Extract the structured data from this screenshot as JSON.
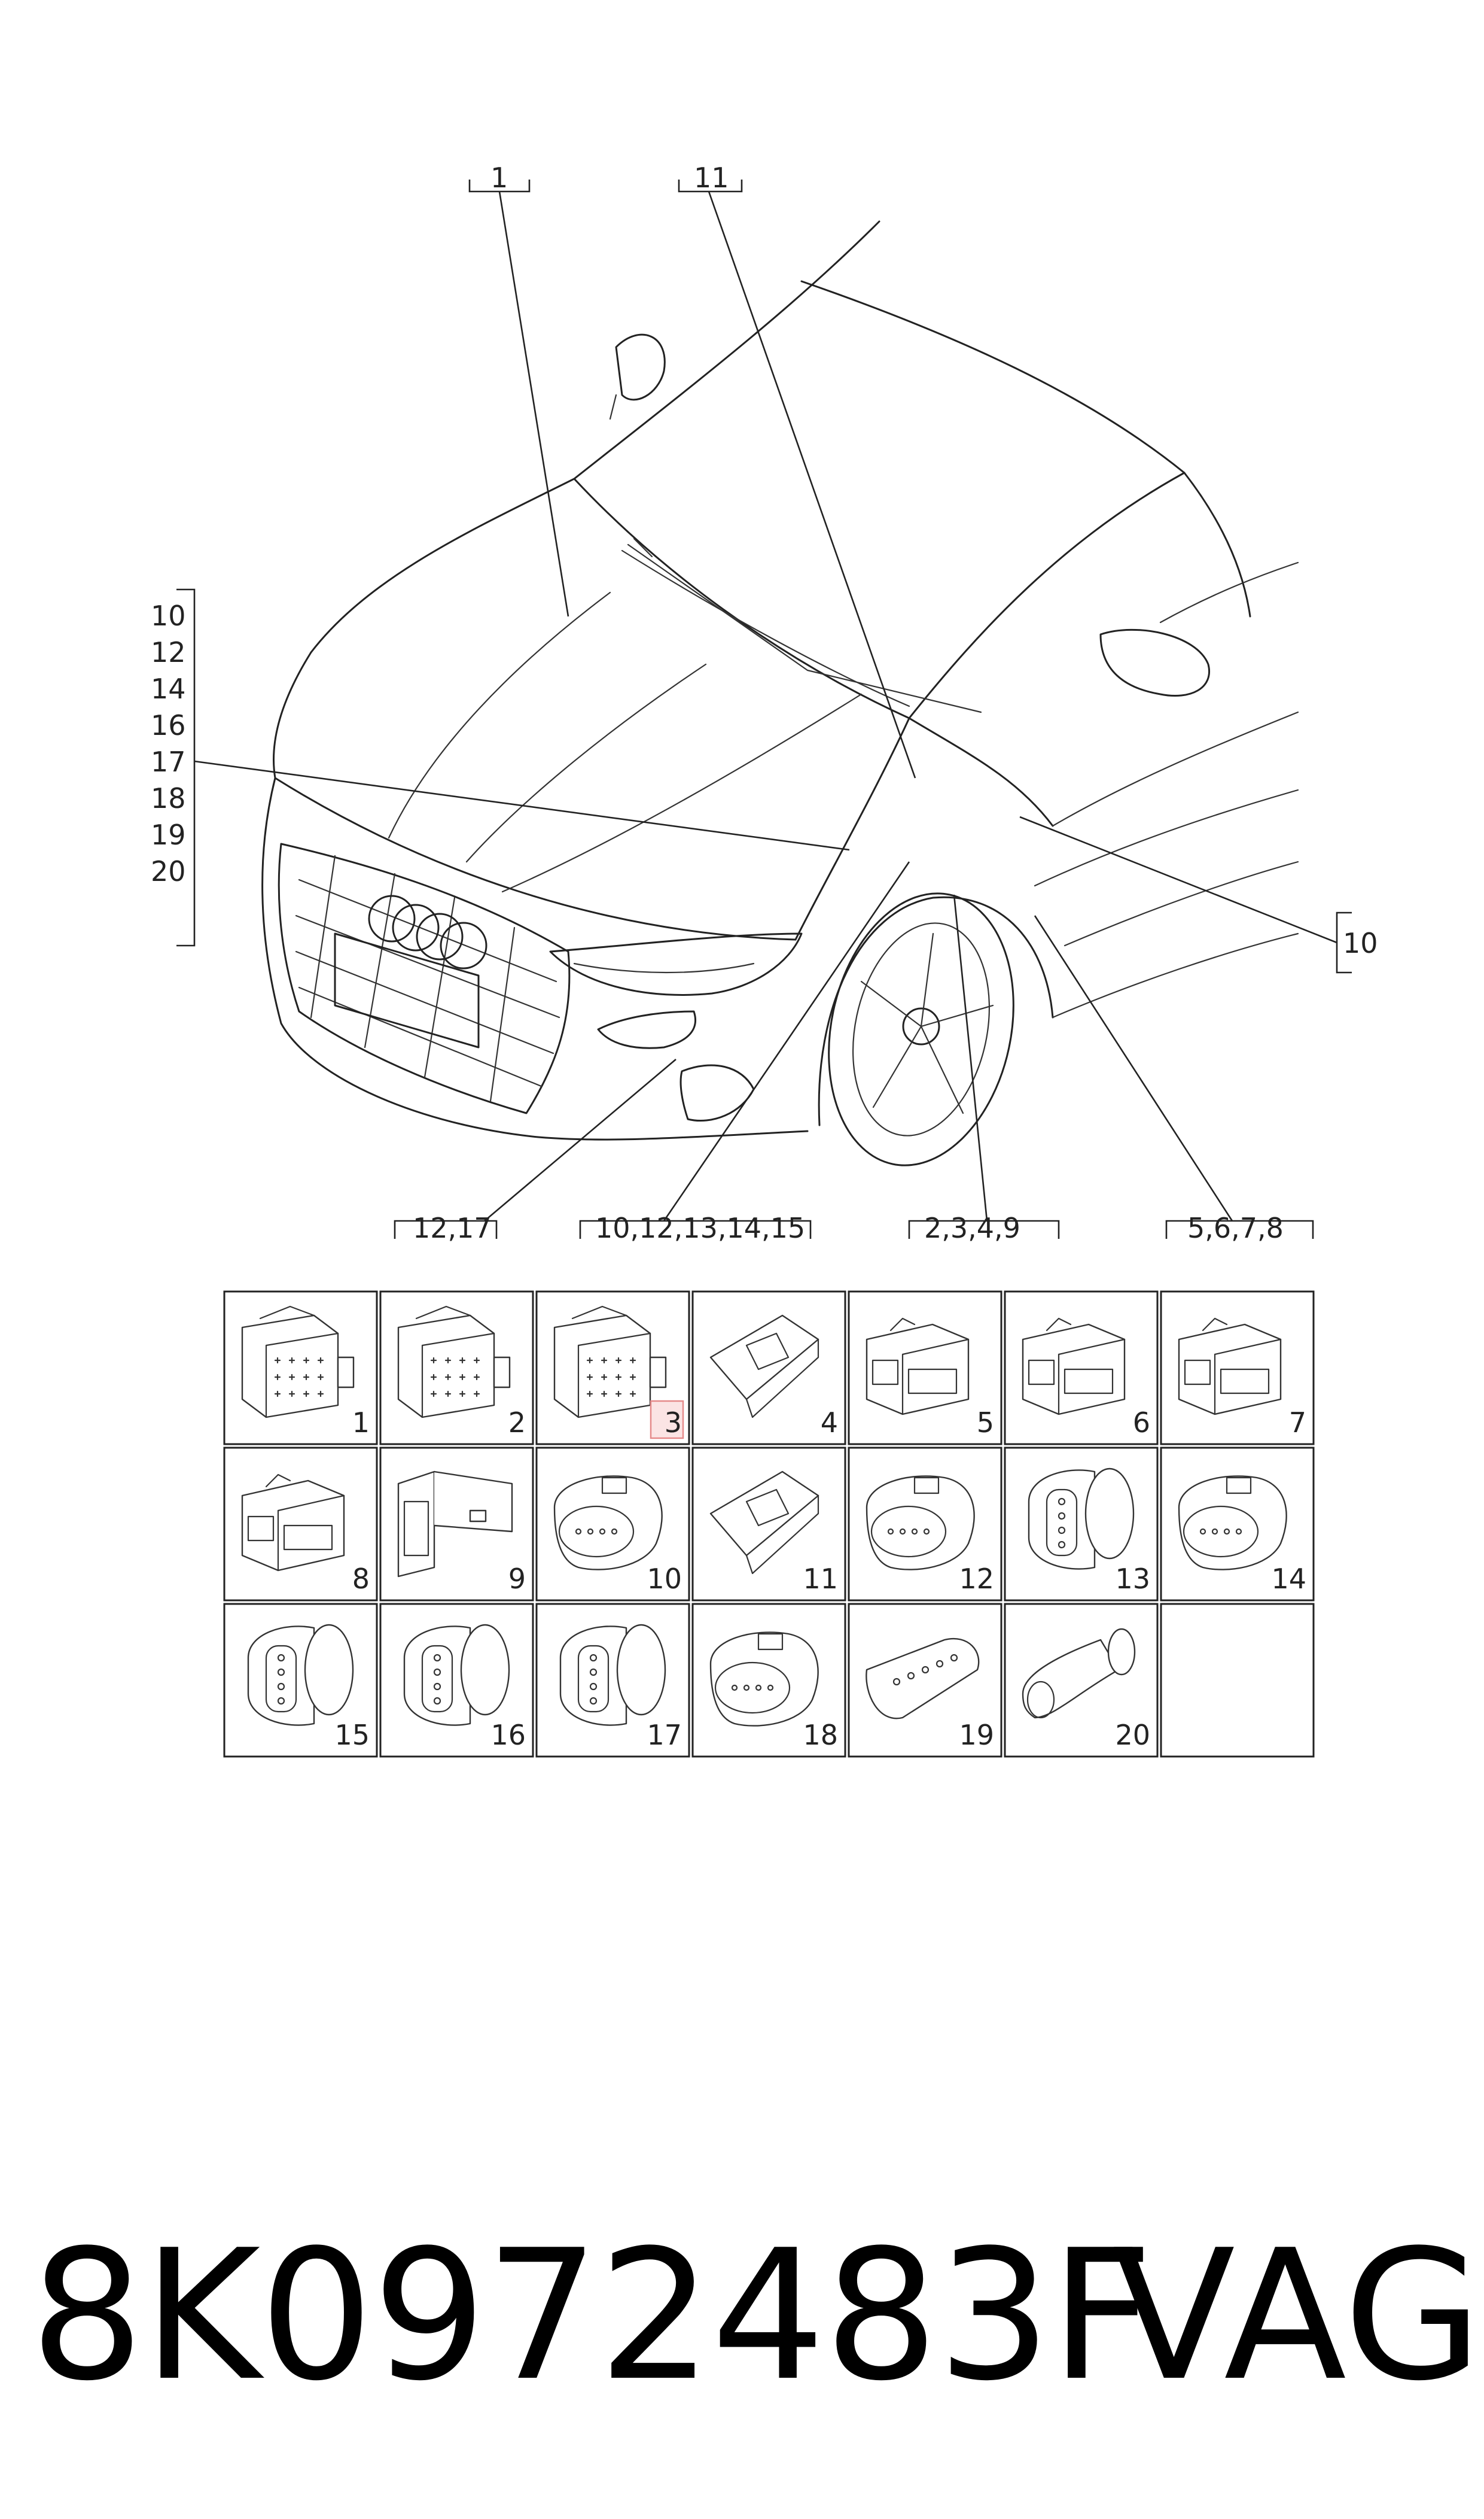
{
  "callouts": {
    "top": [
      {
        "id": "c1",
        "label": "1"
      },
      {
        "id": "c11",
        "label": "11"
      }
    ],
    "left_stack": [
      "10",
      "12",
      "14",
      "16",
      "17",
      "18",
      "19",
      "20"
    ],
    "right": {
      "label": "10"
    },
    "bottom": [
      {
        "id": "b1",
        "label": "12,17"
      },
      {
        "id": "b2",
        "label": "10,12,13,14,15"
      },
      {
        "id": "b3",
        "label": "2,3,4,9"
      },
      {
        "id": "b4",
        "label": "5,6,7,8"
      }
    ]
  },
  "grid": {
    "cells": [
      {
        "num": "1",
        "type": "rect-large"
      },
      {
        "num": "2",
        "type": "rect-large"
      },
      {
        "num": "3",
        "type": "rect-large",
        "highlighted": true
      },
      {
        "num": "4",
        "type": "slim-latch"
      },
      {
        "num": "5",
        "type": "rect-window"
      },
      {
        "num": "6",
        "type": "rect-window"
      },
      {
        "num": "7",
        "type": "rect-window"
      },
      {
        "num": "8",
        "type": "rect-window"
      },
      {
        "num": "9",
        "type": "angled-block"
      },
      {
        "num": "10",
        "type": "oval-pins"
      },
      {
        "num": "11",
        "type": "slim-latch"
      },
      {
        "num": "12",
        "type": "oval-pins"
      },
      {
        "num": "13",
        "type": "round-seal"
      },
      {
        "num": "14",
        "type": "oval-pins"
      },
      {
        "num": "15",
        "type": "round-seal"
      },
      {
        "num": "16",
        "type": "round-seal"
      },
      {
        "num": "17",
        "type": "round-seal"
      },
      {
        "num": "18",
        "type": "oval-wide"
      },
      {
        "num": "19",
        "type": "flat-wide"
      },
      {
        "num": "20",
        "type": "small-round"
      },
      {
        "num": "",
        "type": "empty"
      }
    ]
  },
  "highlight_color": "#e58a8a",
  "footer": {
    "part_number": "8K0972483F",
    "brand": "VAG"
  }
}
